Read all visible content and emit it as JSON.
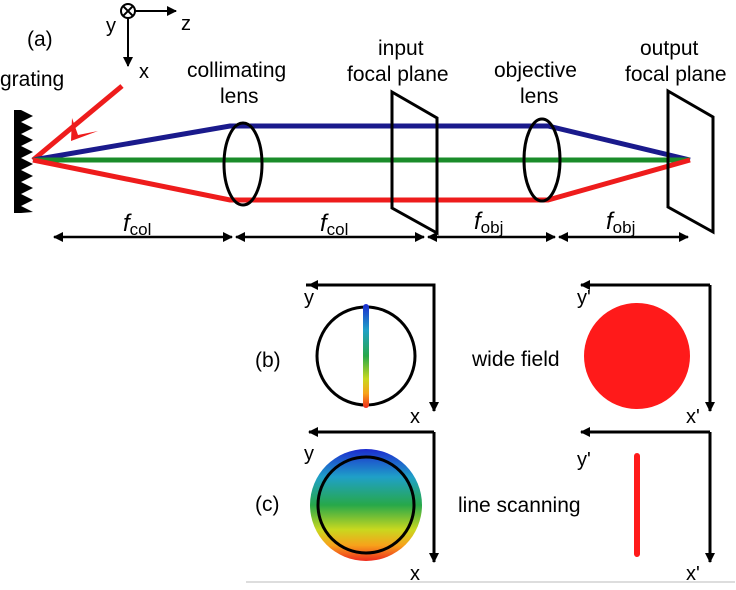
{
  "figure": {
    "panel_a": "(a)",
    "panel_b": "(b)",
    "panel_c": "(c)",
    "coords": {
      "y": "y",
      "x": "x",
      "z": "z"
    },
    "grating": "grating",
    "collimating_lens": [
      "collimating",
      "lens"
    ],
    "input_focal_plane": [
      "input",
      "focal plane"
    ],
    "objective_lens": [
      "objective",
      "lens"
    ],
    "output_focal_plane": [
      "output",
      "focal plane"
    ],
    "f_col": {
      "main": "f",
      "sub": "col"
    },
    "f_obj": {
      "main": "f",
      "sub": "obj"
    },
    "input_axes": {
      "y": "y",
      "x": "x"
    },
    "output_axes": {
      "y": "y'",
      "x": "x'"
    },
    "wide_field": "wide field",
    "line_scanning": "line scanning"
  },
  "colors": {
    "beam_top": "#1a1a8c",
    "beam_mid": "#1a8c2a",
    "beam_bottom": "#ee1c1c",
    "spot": "#ff1a1a",
    "outline": "#000000"
  }
}
